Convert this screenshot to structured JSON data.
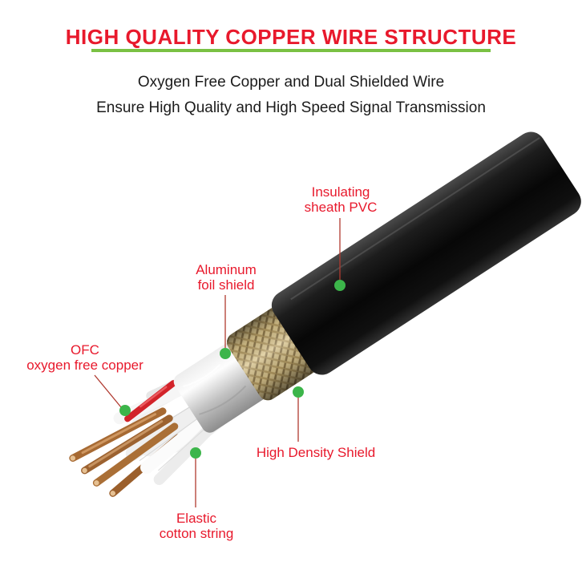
{
  "title": "HIGH QUALITY COPPER WIRE STRUCTURE",
  "subtitle": {
    "line1": "Oxygen Free Copper and Dual Shielded Wire",
    "line2": "Ensure High Quality and High Speed Signal Transmission"
  },
  "colors": {
    "title_red": "#e8192c",
    "underline_green": "#7ac143",
    "label_red": "#e8192c",
    "marker_green": "#3cb54a",
    "connector_line": "#b03a30",
    "sheath_black": "#131313",
    "braid_tan": "#d9c48c",
    "foil_silver": "#c6c6c6",
    "copper": "#a76a33",
    "inner_wire_red": "#d2232a",
    "cotton_white": "#f5f5f5"
  },
  "diagram": {
    "labels": [
      {
        "id": "insulating-sheath-pvc",
        "line1": "Insulating",
        "line2": "sheath PVC"
      },
      {
        "id": "aluminum-foil-shield",
        "line1": "Aluminum",
        "line2": "foil shield"
      },
      {
        "id": "ofc-oxygen-free-copper",
        "line1": "OFC",
        "line2": "oxygen free copper"
      },
      {
        "id": "high-density-shield",
        "line1": "High Density Shield",
        "line2": ""
      },
      {
        "id": "elastic-cotton-string",
        "line1": "Elastic",
        "line2": "cotton string"
      }
    ]
  }
}
